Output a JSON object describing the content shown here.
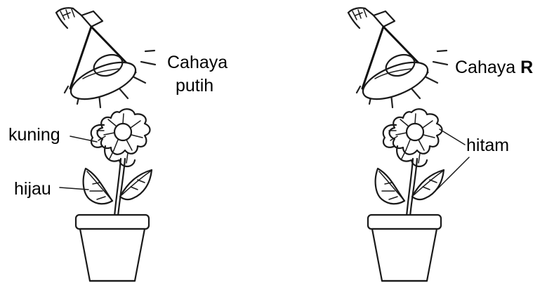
{
  "left_setup": {
    "light_label_line1": "Cahaya",
    "light_label_line2": "putih",
    "flower_label": "kuning",
    "leaf_label": "hijau"
  },
  "right_setup": {
    "light_label_prefix": "Cahaya",
    "light_label_letter": "R",
    "color_label": "hitam"
  }
}
